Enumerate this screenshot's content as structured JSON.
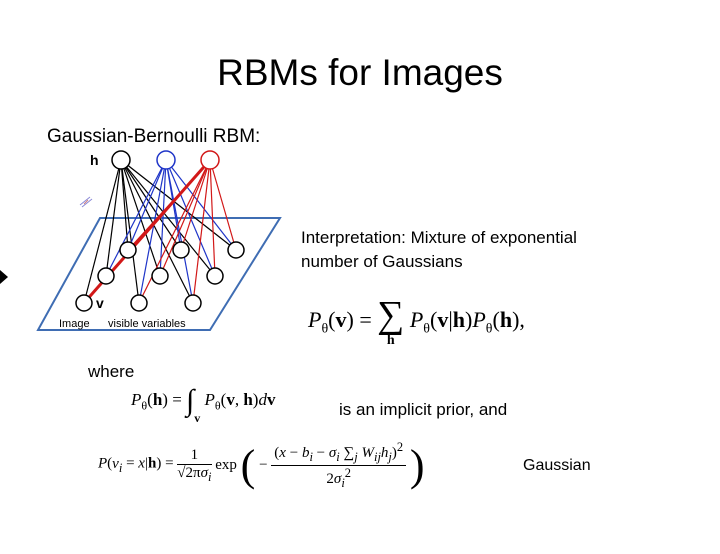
{
  "slide": {
    "title": "RBMs for Images",
    "subtitle": "Gaussian-Bernoulli RBM:",
    "interpretation": "Interpretation: Mixture of exponential number of Gaussians",
    "where": "where",
    "prior_text": "is an implicit prior, and",
    "gaussian_text": "Gaussian"
  },
  "diagram": {
    "hidden_label": "h",
    "visible_label": "v",
    "image_label": "Image",
    "visible_vars_label": "visible variables",
    "plane_color": "#3f6db3",
    "hidden_colors": [
      "#000000",
      "#1f35c8",
      "#d21818"
    ]
  }
}
